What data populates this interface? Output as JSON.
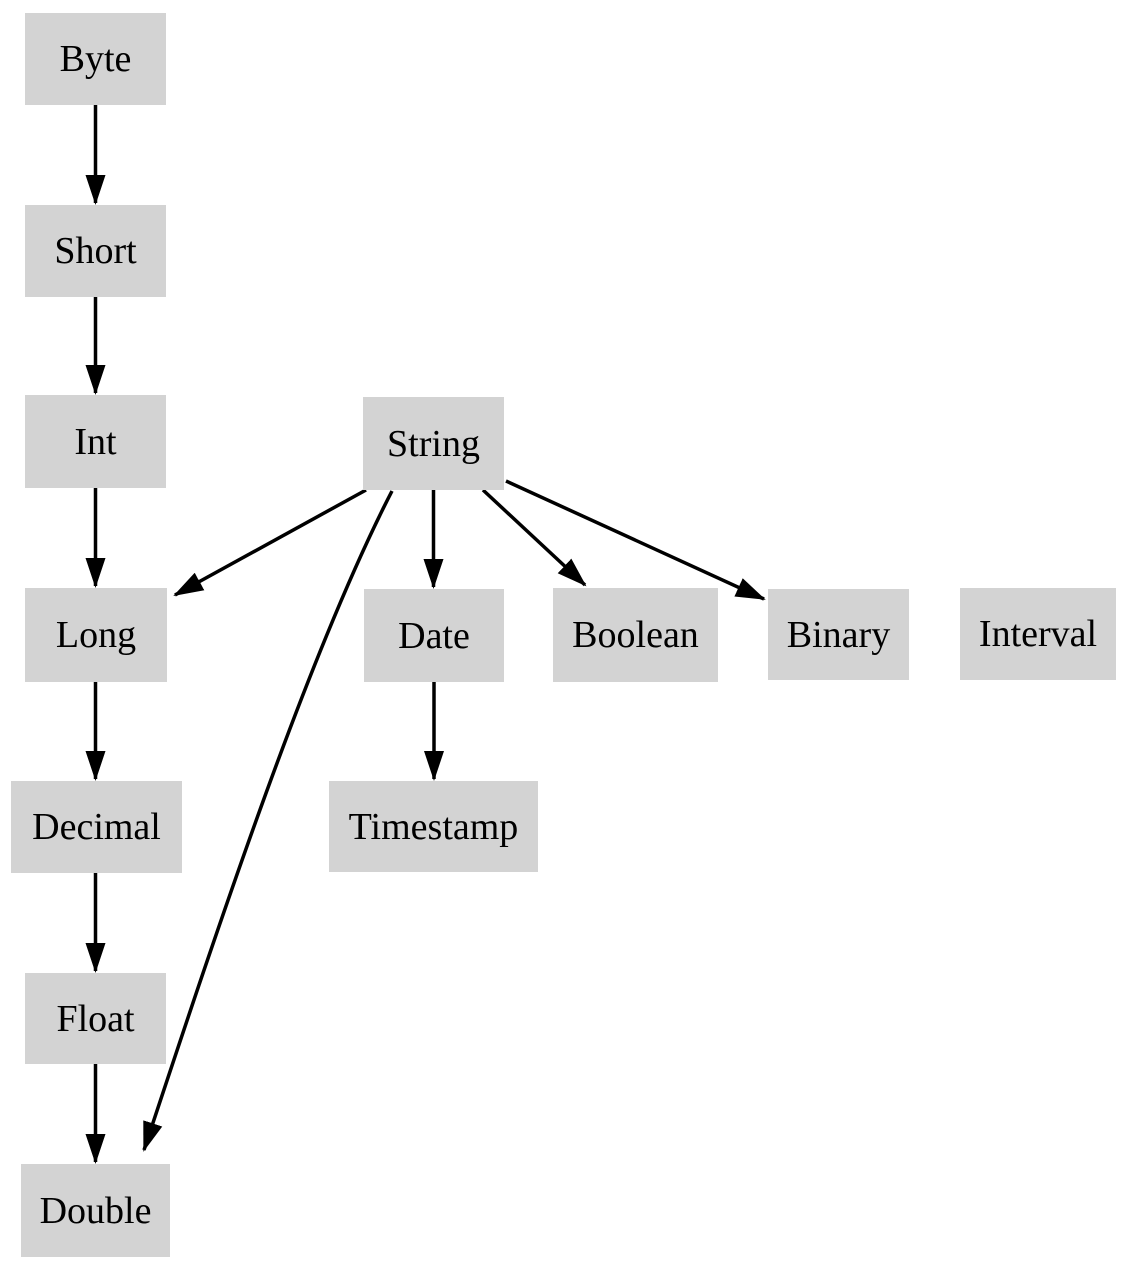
{
  "diagram": {
    "title": "type-precedence-graph",
    "type": "directed-graph",
    "nodes": [
      {
        "id": "byte",
        "label": "Byte"
      },
      {
        "id": "short",
        "label": "Short"
      },
      {
        "id": "int",
        "label": "Int"
      },
      {
        "id": "long",
        "label": "Long"
      },
      {
        "id": "decimal",
        "label": "Decimal"
      },
      {
        "id": "float",
        "label": "Float"
      },
      {
        "id": "double",
        "label": "Double"
      },
      {
        "id": "string",
        "label": "String"
      },
      {
        "id": "date",
        "label": "Date"
      },
      {
        "id": "timestamp",
        "label": "Timestamp"
      },
      {
        "id": "boolean",
        "label": "Boolean"
      },
      {
        "id": "binary",
        "label": "Binary"
      },
      {
        "id": "interval",
        "label": "Interval"
      }
    ],
    "edges": [
      {
        "from": "Byte",
        "to": "Short"
      },
      {
        "from": "Short",
        "to": "Int"
      },
      {
        "from": "Int",
        "to": "Long"
      },
      {
        "from": "Long",
        "to": "Decimal"
      },
      {
        "from": "Decimal",
        "to": "Float"
      },
      {
        "from": "Float",
        "to": "Double"
      },
      {
        "from": "String",
        "to": "Long"
      },
      {
        "from": "String",
        "to": "Date"
      },
      {
        "from": "String",
        "to": "Boolean"
      },
      {
        "from": "String",
        "to": "Binary"
      },
      {
        "from": "String",
        "to": "Double"
      },
      {
        "from": "Date",
        "to": "Timestamp"
      }
    ],
    "colors": {
      "node_fill": "#d3d3d3",
      "edge": "#000000",
      "text": "#000000",
      "background": "#ffffff"
    }
  }
}
